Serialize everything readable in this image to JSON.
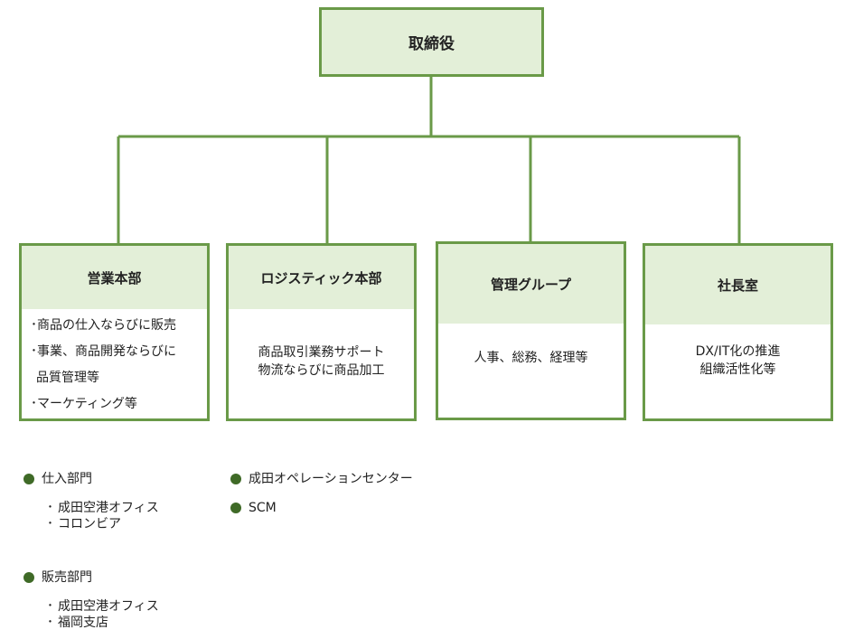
{
  "colors": {
    "border": "#6a9a48",
    "header_fill": "#e3efd8",
    "bullet": "#3f6a27"
  },
  "top": {
    "label": "取締役"
  },
  "departments": [
    {
      "title": "営業本部",
      "lines": [
        "･商品の仕入ならびに販売",
        "･事業、商品開発ならびに",
        "品質管理等",
        "･マーケティング等"
      ]
    },
    {
      "title": "ロジスティック本部",
      "lines": [
        "商品取引業務サポート",
        "物流ならびに商品加工"
      ]
    },
    {
      "title": "管理グループ",
      "lines": [
        "人事、総務、経理等"
      ]
    },
    {
      "title": "社長室",
      "lines": [
        "DX/IT化の推進",
        "組織活性化等"
      ]
    }
  ],
  "legend": {
    "purchasing": {
      "title": "仕入部門",
      "items": [
        "成田空港オフィス",
        "コロンビア"
      ]
    },
    "sales": {
      "title": "販売部門",
      "items": [
        "成田空港オフィス",
        "福岡支店"
      ]
    },
    "narita_center": {
      "title": "成田オペレーションセンター"
    },
    "scm": {
      "title": "SCM"
    }
  }
}
